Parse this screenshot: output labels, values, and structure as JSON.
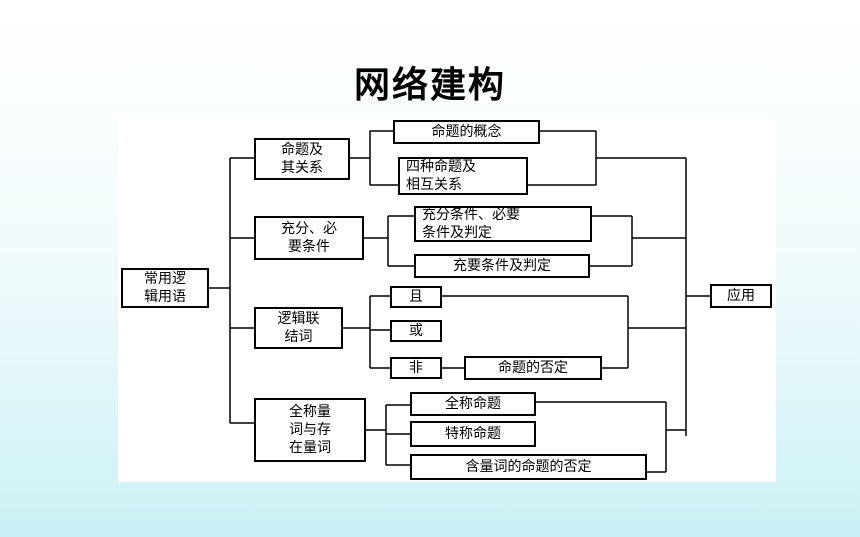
{
  "title": "网络建构",
  "diagram": {
    "root": "常用逻\n辑用语",
    "apply": "应用",
    "groups": {
      "propositions": {
        "label": "命题及\n其关系",
        "items": [
          "命题的概念",
          "四种命题及\n相互关系"
        ]
      },
      "conditions": {
        "label": "充分、必\n要条件",
        "items": [
          "充分条件、必要\n条件及判定",
          "充要条件及判定"
        ]
      },
      "connectives": {
        "label": "逻辑联\n结词",
        "items": [
          "且",
          "或",
          "非"
        ],
        "negation": "命题的否定"
      },
      "quantifiers": {
        "label": "全称量\n词与存\n在量词",
        "items": [
          "全称命题",
          "特称命题",
          "含量词的命题的否定"
        ]
      }
    }
  }
}
